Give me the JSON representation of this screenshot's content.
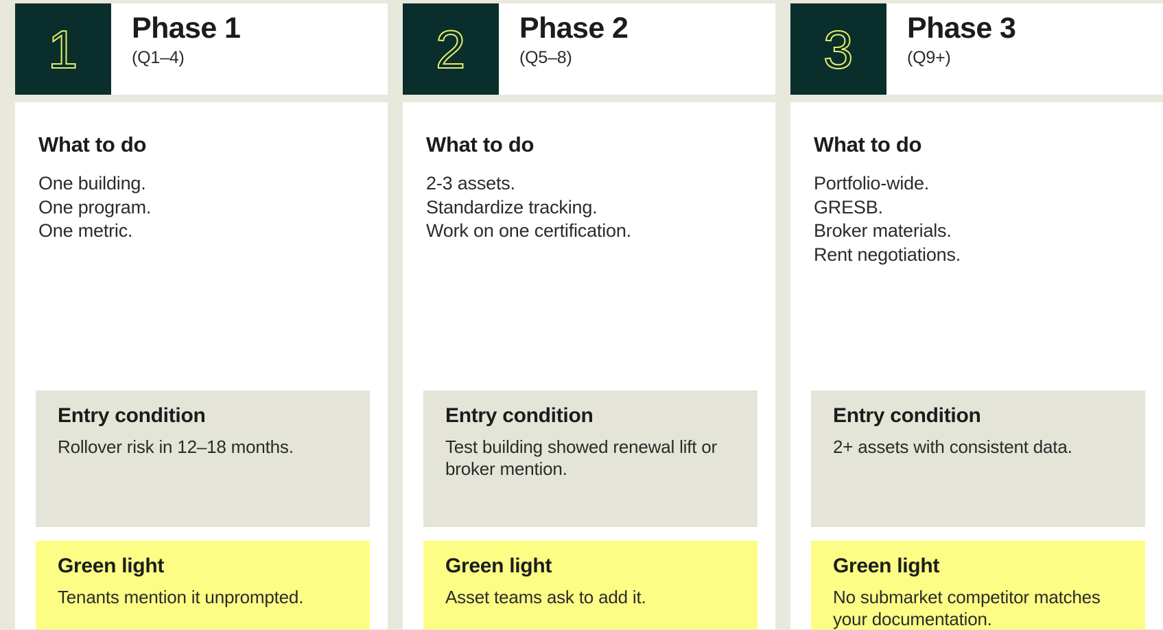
{
  "theme": {
    "page_background": "#e8e8dd",
    "card_background": "#ffffff",
    "number_block": "#0a2e2b",
    "number_stroke": "#e4ed6b",
    "entry_panel": "#e4e4d9",
    "green_panel": "#fdfd85",
    "text": "#1b1d1b"
  },
  "labels": {
    "what_to_do": "What to do",
    "entry_condition": "Entry condition",
    "green_light": "Green light"
  },
  "cards": [
    {
      "number": "1",
      "title": "Phase 1",
      "range": "(Q1–4)",
      "what_to_do": [
        "One building.",
        "One program.",
        "One metric."
      ],
      "entry_condition": "Rollover risk in 12–18 months.",
      "green_light": "Tenants mention it unprompted."
    },
    {
      "number": "2",
      "title": "Phase 2",
      "range": "(Q5–8)",
      "what_to_do": [
        "2-3 assets.",
        "Standardize tracking.",
        "Work on one certification."
      ],
      "entry_condition": "Test building showed renewal lift or broker mention.",
      "green_light": "Asset teams ask to add it."
    },
    {
      "number": "3",
      "title": "Phase 3",
      "range": "(Q9+)",
      "what_to_do": [
        "Portfolio-wide.",
        "GRESB.",
        "Broker materials.",
        "Rent negotiations."
      ],
      "entry_condition": "2+ assets with consistent data.",
      "green_light": "No submarket competitor matches your documentation."
    }
  ]
}
